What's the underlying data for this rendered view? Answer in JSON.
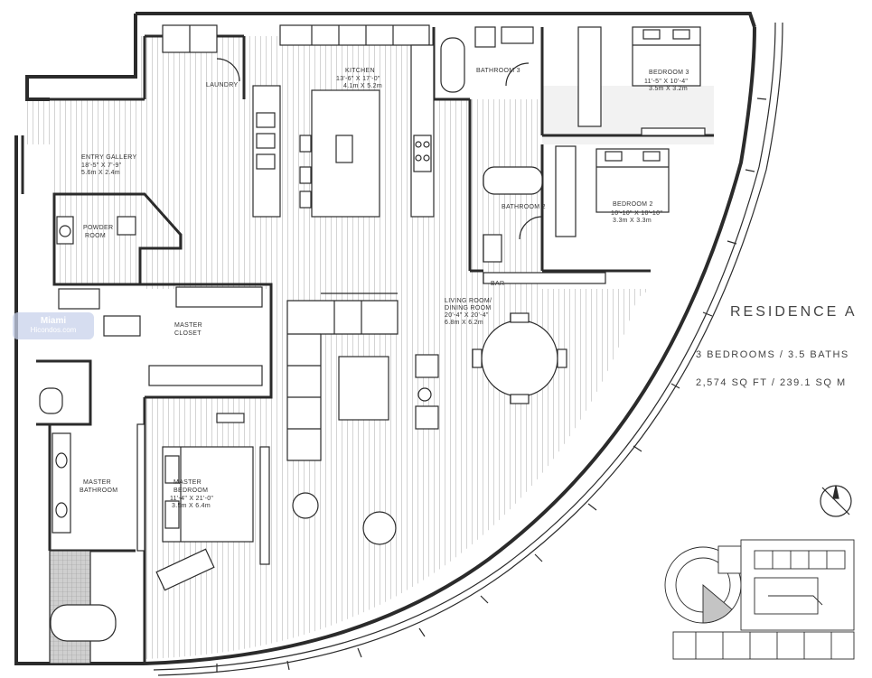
{
  "residence": {
    "title": "RESIDENCE A",
    "bed_bath": "3 BEDROOMS / 3.5 BATHS",
    "area": "2,574 SQ FT / 239.1 SQ M"
  },
  "watermark": {
    "line1": "Miami",
    "line2": "Hicondos.com"
  },
  "rooms": {
    "laundry": {
      "name": "LAUNDRY"
    },
    "kitchen": {
      "name": "KITCHEN",
      "dim_ft": "13'-6\" X 17'-0\"",
      "dim_m": "4.1m X 5.2m"
    },
    "bathroom3": {
      "name": "BATHROOM 3"
    },
    "bedroom3": {
      "name": "BEDROOM 3",
      "dim_ft": "11'-5\" X 10'-4\"",
      "dim_m": "3.5m X 3.2m"
    },
    "entry": {
      "name": "ENTRY GALLERY",
      "dim_ft": "18'-5\" X 7'-9\"",
      "dim_m": "5.6m X 2.4m"
    },
    "bedroom2": {
      "name": "BEDROOM 2",
      "dim_ft": "10'-10\" X 10'-10\"",
      "dim_m": "3.3m X 3.3m"
    },
    "bathroom2": {
      "name": "BATHROOM 2"
    },
    "powder": {
      "name1": "POWDER",
      "name2": "ROOM"
    },
    "bar": {
      "name": "BAR"
    },
    "living": {
      "name1": "LIVING ROOM/",
      "name2": "DINING ROOM",
      "dim_ft": "20'-4\" X 20'-4\"",
      "dim_m": "6.8m X 6.2m"
    },
    "master_closet": {
      "name1": "MASTER",
      "name2": "CLOSET"
    },
    "master_bath": {
      "name1": "MASTER",
      "name2": "BATHROOM"
    },
    "master_bed": {
      "name1": "MASTER",
      "name2": "BEDROOM",
      "dim_ft": "11'-4\" X 21'-0\"",
      "dim_m": "3.5m X 6.4m"
    }
  },
  "colors": {
    "line": "#2b2b2b",
    "hatch": "#9a9a9a",
    "text": "#333333"
  },
  "icons": [
    "north-arrow-icon",
    "key-plan-icon"
  ]
}
